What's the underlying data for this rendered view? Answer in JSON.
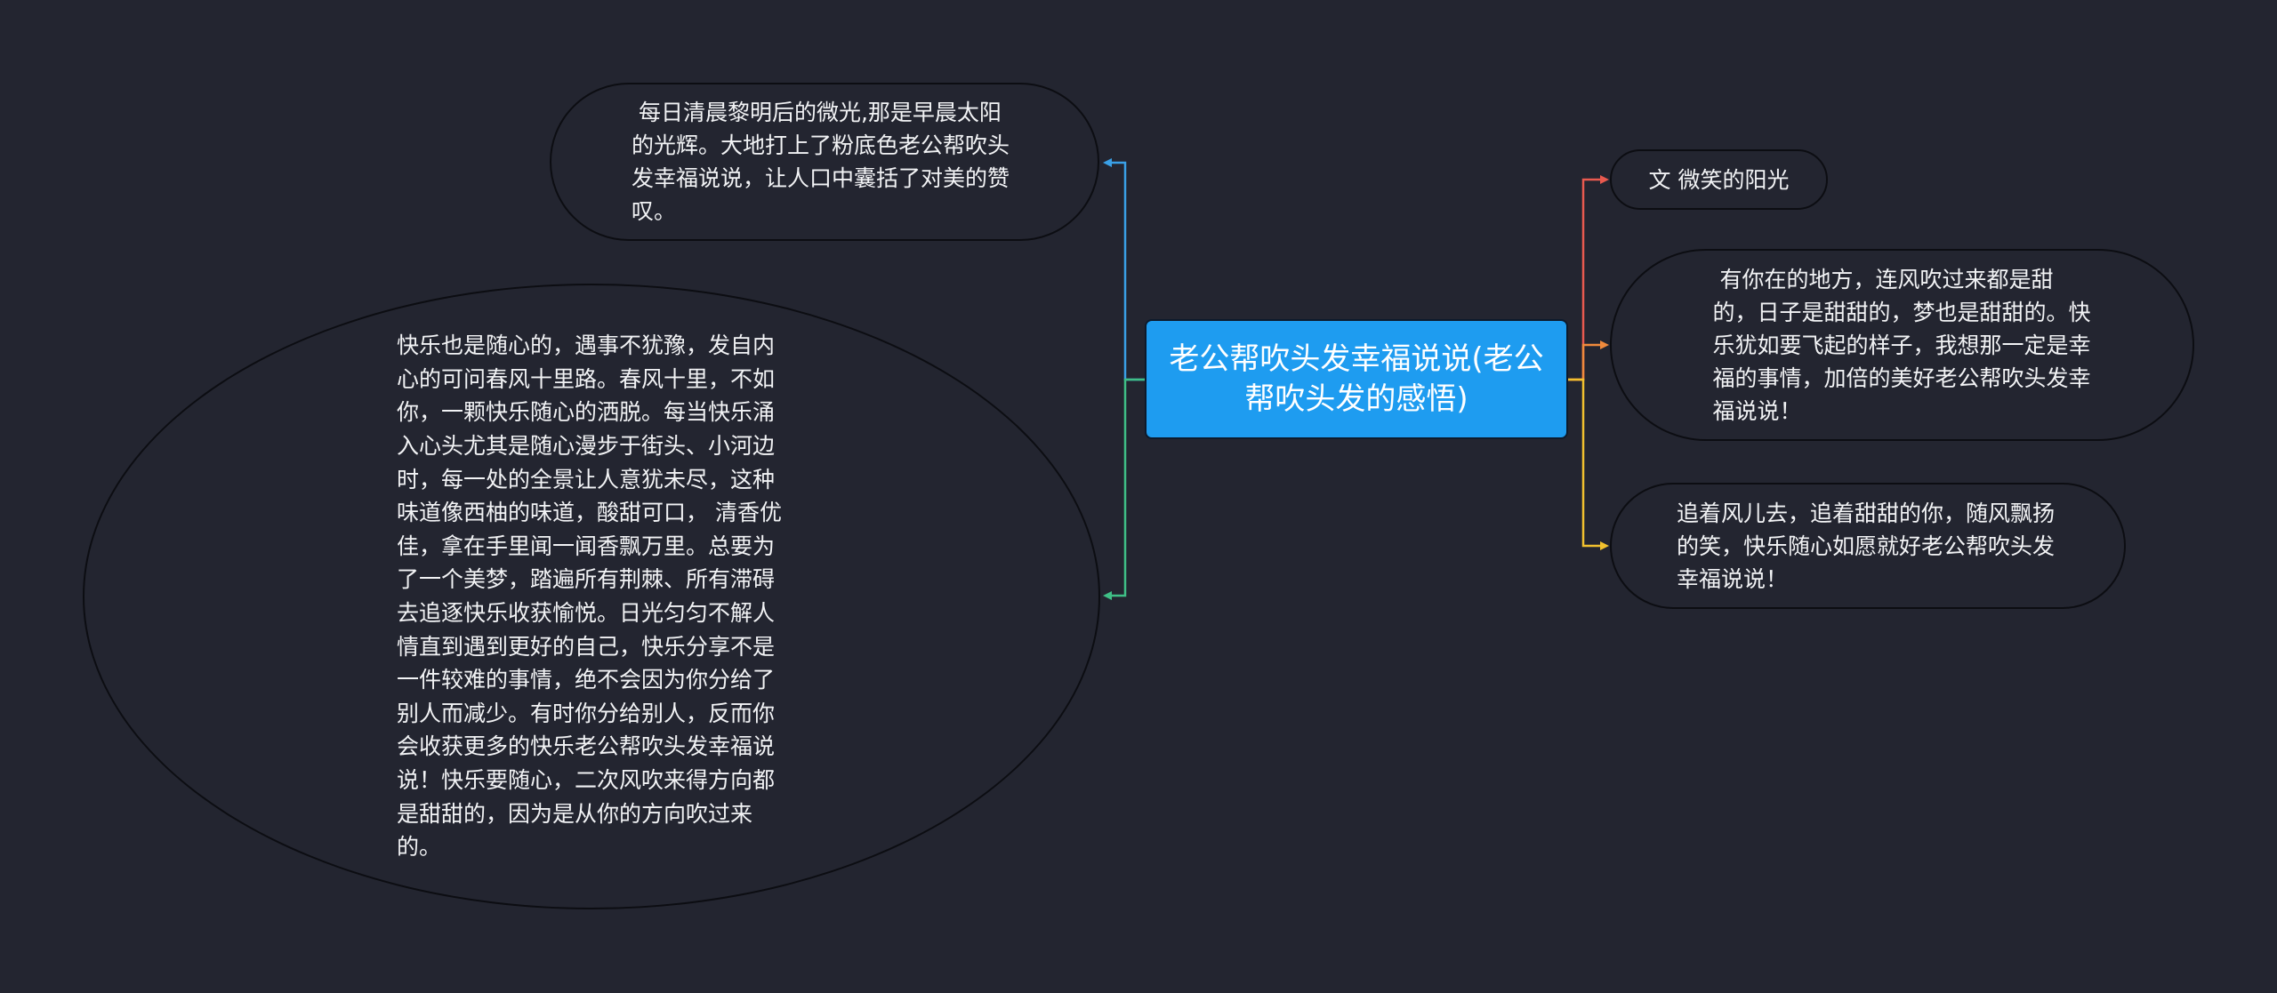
{
  "root": {
    "title": "老公帮吹头发幸福说说(老公帮吹头发的感悟)",
    "color": "#1e9cf0"
  },
  "left_nodes": [
    {
      "text": " 每日清晨黎明后的微光,那是早晨太阳的光辉。大地打上了粉底色老公帮吹头发幸福说说，让人口中囊括了对美的赞叹。",
      "connector_color": "#3aa0e6"
    },
    {
      "text": "快乐也是随心的，遇事不犹豫，发自内心的可问春风十里路。春风十里，不如你，一颗快乐随心的洒脱。每当快乐涌入心头尤其是随心漫步于街头、小河边时，每一处的全景让人意犹未尽，这种味道像西柚的味道，酸甜可口， 清香优佳，拿在手里闻一闻香飘万里。总要为了一个美梦，踏遍所有荆棘、所有滞碍去追逐快乐收获愉悦。日光匀匀不解人情直到遇到更好的自己，快乐分享不是一件较难的事情，绝不会因为你分给了别人而减少。有时你分给别人，反而你会收获更多的快乐老公帮吹头发幸福说说！快乐要随心，二次风吹来得方向都是甜甜的，因为是从你的方向吹过来的。",
      "connector_color": "#3fbf86"
    }
  ],
  "right_nodes": [
    {
      "text": "文 微笑的阳光",
      "connector_color": "#e95a4f"
    },
    {
      "text": " 有你在的地方，连风吹过来都是甜的，日子是甜甜的，梦也是甜甜的。快乐犹如要飞起的样子，我想那一定是幸福的事情，加倍的美好老公帮吹头发幸福说说！",
      "connector_color": "#f08a3c"
    },
    {
      "text": "追着风儿去，追着甜甜的你，随风飘扬的笑，快乐随心如愿就好老公帮吹头发幸福说说！",
      "connector_color": "#f2c12e"
    }
  ],
  "colors": {
    "background": "#232530",
    "node_border": "#0c0d12",
    "node_text": "#f2f3f5"
  }
}
